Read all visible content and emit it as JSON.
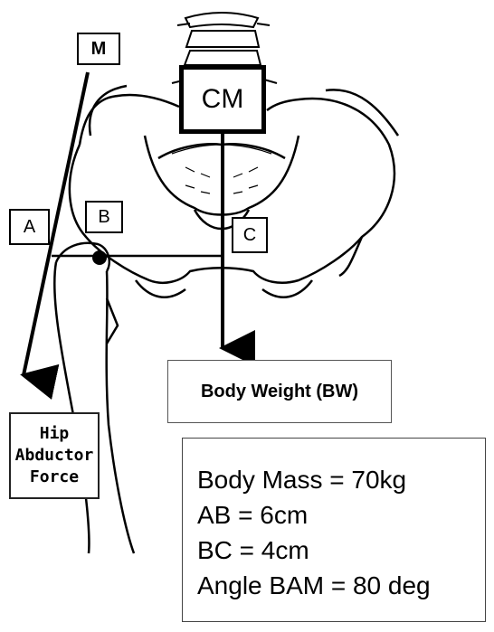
{
  "labels": {
    "m": "M",
    "cm": "CM",
    "a": "A",
    "b": "B",
    "c": "C"
  },
  "body_weight_label": "Body Weight (BW)",
  "hip_abductor_label": [
    "Hip",
    "Abductor",
    "Force"
  ],
  "parameters": {
    "body_mass": "Body Mass = 70kg",
    "ab": "AB = 6cm",
    "bc": "BC = 4cm",
    "angle": "Angle BAM = 80 deg"
  },
  "colors": {
    "line": "#000000",
    "background": "#ffffff"
  }
}
